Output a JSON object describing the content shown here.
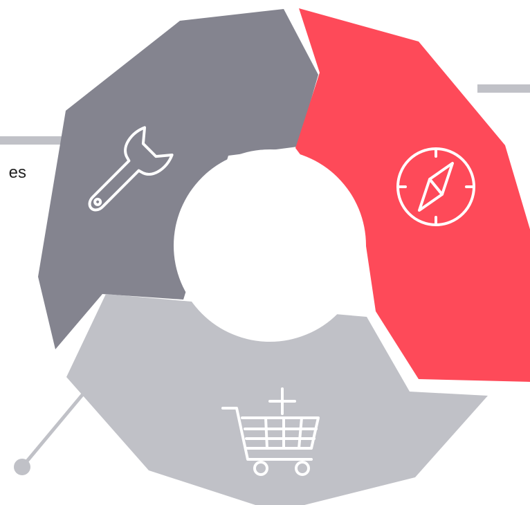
{
  "diagram": {
    "clipped_text": "es",
    "colors": {
      "background": "#ffffff",
      "segment_dark": "#84848f",
      "segment_accent": "#fe4a59",
      "segment_light": "#c0c1c7",
      "connector": "#c0c1c7",
      "center": "#ffffff",
      "icon_stroke": "#ffffff"
    },
    "segments": [
      {
        "name": "segment-tools",
        "icon": "wrench-icon",
        "color": "#84848f"
      },
      {
        "name": "segment-navigation",
        "icon": "compass-icon",
        "color": "#fe4a59"
      },
      {
        "name": "segment-shopping",
        "icon": "cart-plus-icon",
        "color": "#c0c1c7"
      }
    ]
  }
}
